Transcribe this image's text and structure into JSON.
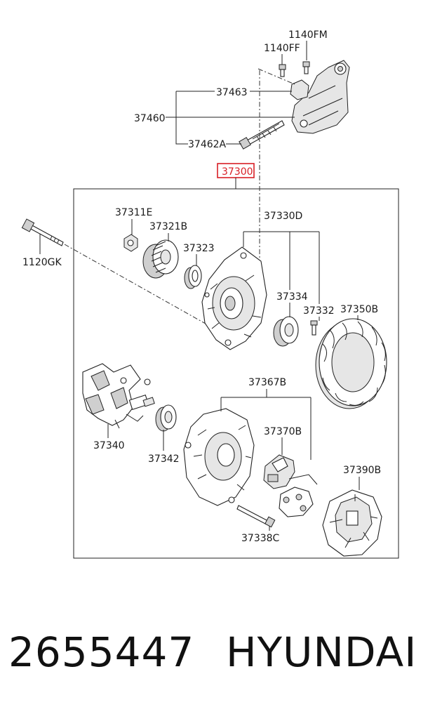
{
  "diagram": {
    "labels": {
      "p1140FM": "1140FM",
      "p1140FF": "1140FF",
      "p37463": "37463",
      "p37460": "37460",
      "p37462A": "37462A",
      "p37300": "37300",
      "p37311E": "37311E",
      "p37321B": "37321B",
      "p37330D": "37330D",
      "p1120GK": "1120GK",
      "p37323": "37323",
      "p37334": "37334",
      "p37332": "37332",
      "p37350B": "37350B",
      "p37367B": "37367B",
      "p37370B": "37370B",
      "p37340": "37340",
      "p37342": "37342",
      "p37390B": "37390B",
      "p37338C": "37338C"
    },
    "highlight_color": "#d81f26"
  },
  "footer": {
    "part_number": "2655447",
    "brand": "HYUNDAI"
  }
}
